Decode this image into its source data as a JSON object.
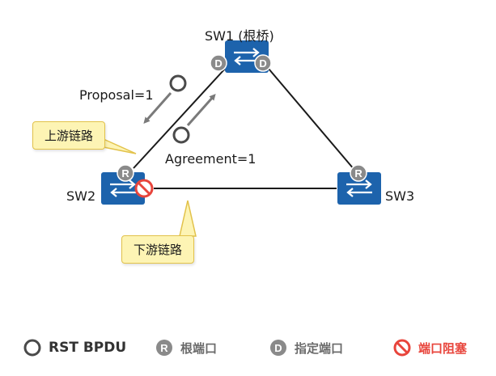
{
  "colors": {
    "switch_fill": "#1d63ac",
    "badge_fill": "#8a8a8a",
    "block_red": "#e8453c",
    "callout_fill": "#fdf4b4",
    "link": "#1a1a1a",
    "arrow": "#7a7a7a",
    "legend_gray": "#6b6b6b"
  },
  "switches": {
    "sw1": {
      "label": "SW1 (根桥)",
      "icon": "switch-icon"
    },
    "sw2": {
      "label": "SW2",
      "icon": "switch-icon"
    },
    "sw3": {
      "label": "SW3",
      "icon": "switch-icon"
    }
  },
  "ports": {
    "sw1_left": "D",
    "sw1_right": "D",
    "sw2_root": "R",
    "sw3_root": "R"
  },
  "messages": {
    "proposal": "Proposal=1",
    "agreement": "Agreement=1"
  },
  "callouts": {
    "upstream": "上游链路",
    "downstream": "下游链路"
  },
  "legend": {
    "bpdu": "RST BPDU",
    "root_port_badge": "R",
    "root_port": "根端口",
    "designated_port_badge": "D",
    "designated_port": "指定端口",
    "blocked_port": "端口阻塞"
  }
}
